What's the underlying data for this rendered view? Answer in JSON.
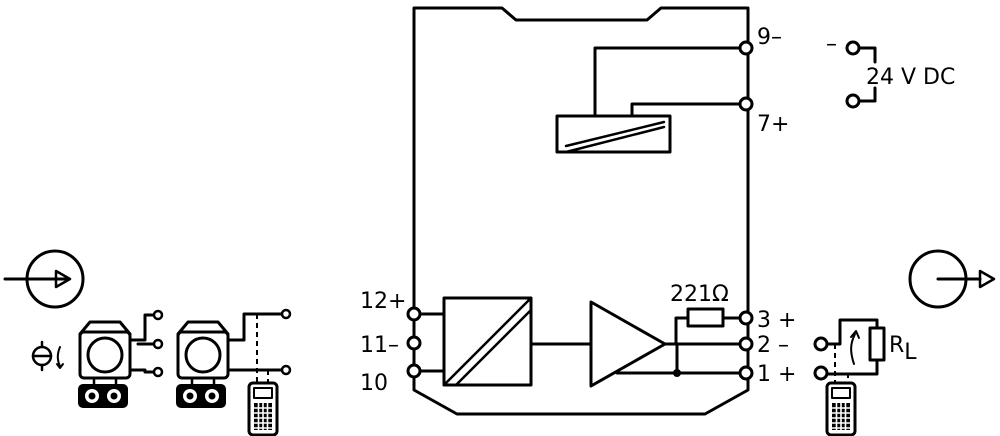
{
  "terminals": {
    "t9": "9–",
    "t7": "7+",
    "t12": "12+",
    "t11": "11–",
    "t10": "10",
    "t3": "3 +",
    "t2": "2 –",
    "t1": "1 +"
  },
  "supply": {
    "minus": "–",
    "label": "24 V DC"
  },
  "resistor": {
    "label": "221Ω"
  },
  "load": {
    "label": "R",
    "subscript": "L"
  },
  "icons": {
    "input": "signal-input-icon",
    "output": "signal-output-icon",
    "transmitter": "pressure-transmitter-icon",
    "communicator": "handheld-communicator-icon"
  }
}
